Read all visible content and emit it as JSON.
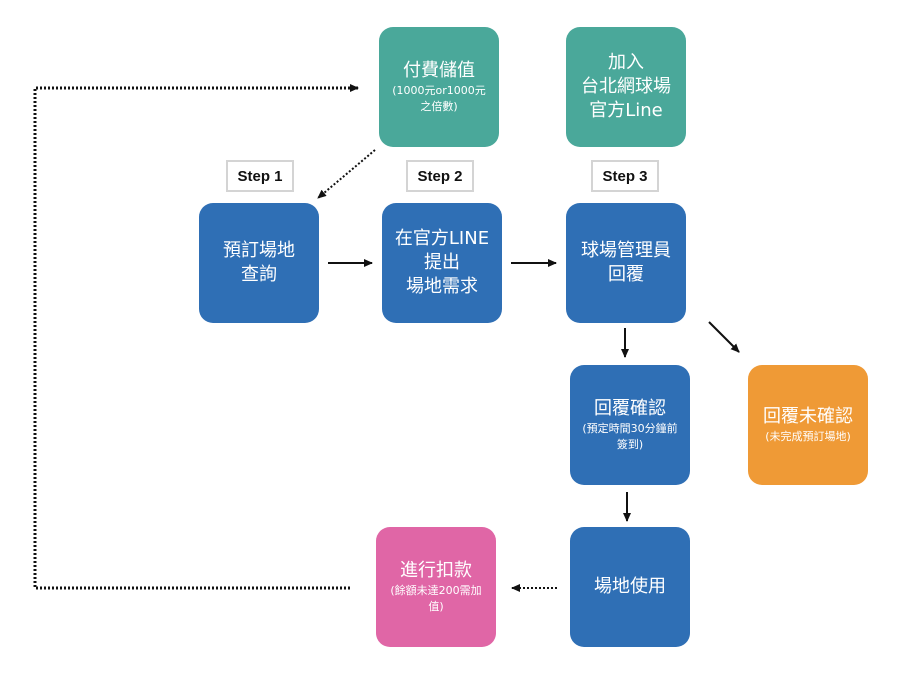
{
  "colors": {
    "teal": "#4aa89a",
    "blue": "#2f6fb5",
    "orange": "#ef9a36",
    "pink": "#e066a6"
  },
  "steps": [
    "Step 1",
    "Step 2",
    "Step 3"
  ],
  "nodes": {
    "prepay": {
      "main": "付費儲值",
      "sub": "(1000元or1000元\n之倍數)"
    },
    "join_line": {
      "main": "加入\n台北網球場\n官方Line"
    },
    "query": {
      "main": "預訂場地\n查詢"
    },
    "request": {
      "main": "在官方LINE\n提出\n場地需求"
    },
    "admin_reply": {
      "main": "球場管理員\n回覆"
    },
    "reply_confirmed": {
      "main": "回覆確認",
      "sub": "(預定時間30分鐘前\n簽到)"
    },
    "reply_unconfirmed": {
      "main": "回覆未確認",
      "sub": "(未完成預訂場地)"
    },
    "venue_use": {
      "main": "場地使用"
    },
    "deduct": {
      "main": "進行扣款",
      "sub": "(餘額未達200需加\n值)"
    }
  }
}
